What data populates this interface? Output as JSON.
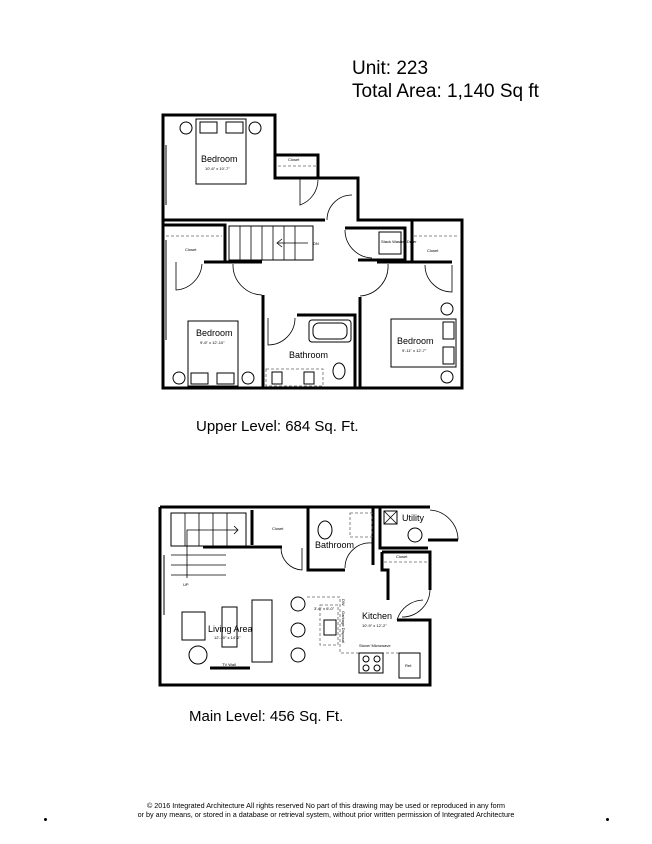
{
  "header": {
    "unit": "Unit: 223",
    "total_area": "Total Area: 1,140 Sq ft"
  },
  "upper_level": {
    "caption": "Upper Level: 684 Sq. Ft.",
    "rooms": {
      "bedroom_1": {
        "name": "Bedroom",
        "size": "10'-6\" x 10'-7\""
      },
      "bedroom_2": {
        "name": "Bedroom",
        "size": "9'-6\" x 12'-10\""
      },
      "bedroom_3": {
        "name": "Bedroom",
        "size": "9'-11\" x 12'-7\""
      },
      "bathroom": {
        "name": "Bathroom"
      },
      "closet_top": "Closet",
      "closet_left": "Closet",
      "closet_right": "Closet",
      "washer": "Stack Washer Dryer",
      "stair": "DN"
    }
  },
  "main_level": {
    "caption": "Main Level: 456 Sq. Ft.",
    "rooms": {
      "living": {
        "name": "Living Area",
        "size": "12'-10\" x 14'-2\""
      },
      "kitchen": {
        "name": "Kitchen",
        "size": "10'-9\" x 12'-2\""
      },
      "bathroom": {
        "name": "Bathroom"
      },
      "utility": {
        "name": "Utility"
      },
      "closet_1": "Closet",
      "closet_2": "Closet",
      "stair": "UP",
      "tv_wall": "TV Wall",
      "stove": "Stove/ Microwave",
      "ref": "Ref.",
      "island": "3'-6\" x 6'-0\"",
      "dw": "DW",
      "disposal": "Garbage Disposal"
    }
  },
  "footer": {
    "copyright_line1": "© 2016 Integrated Architecture  All rights reserved  No part of this drawing may be used or reproduced in any form",
    "copyright_line2": "or by any means, or stored in a database or retrieval system, without prior written permission of Integrated Architecture"
  }
}
